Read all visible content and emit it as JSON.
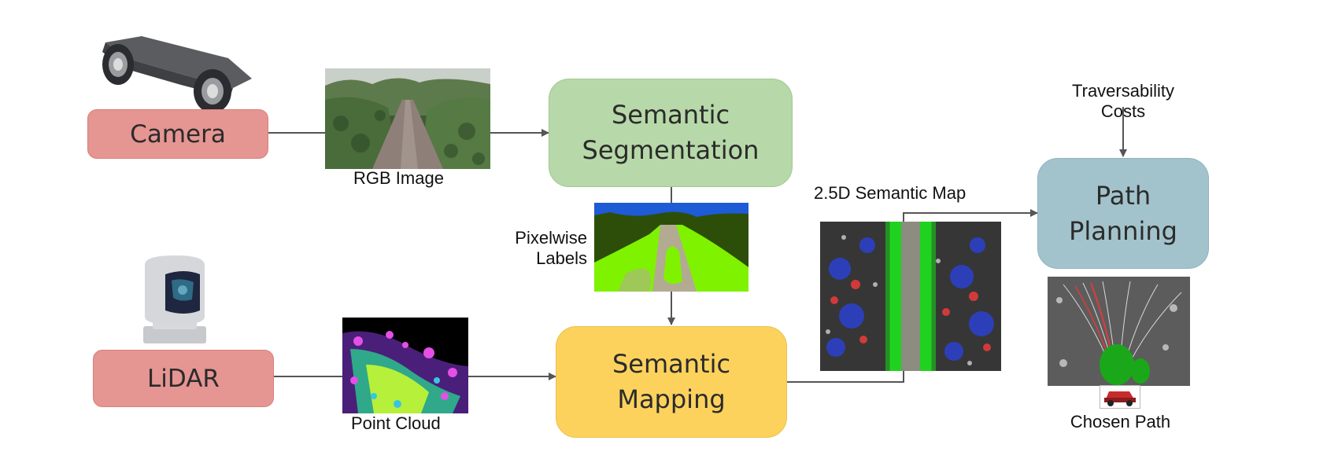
{
  "nodes": {
    "camera": "Camera",
    "lidar": "LiDAR",
    "semantic_segmentation": [
      "Semantic",
      "Segmentation"
    ],
    "semantic_mapping": [
      "Semantic",
      "Mapping"
    ],
    "path_planning": [
      "Path",
      "Planning"
    ]
  },
  "labels": {
    "rgb_image": "RGB Image",
    "pixelwise_labels": [
      "Pixelwise",
      "Labels"
    ],
    "point_cloud": "Point Cloud",
    "semantic_map": "2.5D Semantic Map",
    "traversability_costs": [
      "Traversability",
      "Costs"
    ],
    "chosen_path": "Chosen Path"
  },
  "colors": {
    "sensor": "#e59592",
    "segmentation": "#b7d8a8",
    "mapping": "#fcd25d",
    "planning": "#a3c3cc",
    "arrow": "#555555"
  },
  "icons": {
    "camera": "stereo-camera-icon",
    "lidar": "lidar-sensor-icon",
    "vehicle": "vehicle-icon"
  }
}
